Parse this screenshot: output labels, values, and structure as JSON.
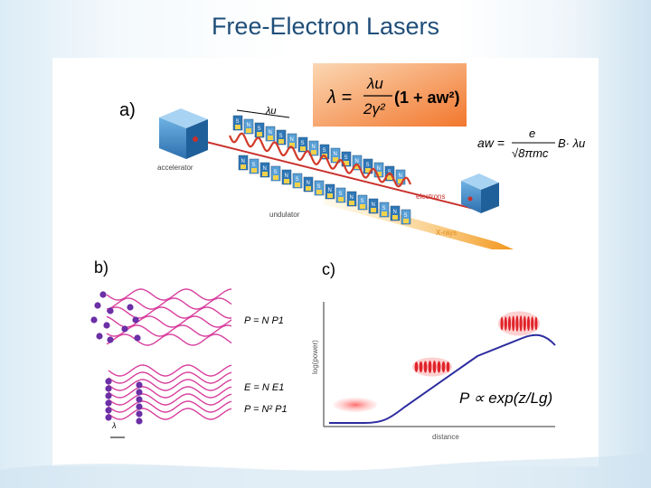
{
  "slide": {
    "title": "Free-Electron Lasers"
  },
  "panel_a": {
    "label": "a)",
    "lambda_u_label": "λu",
    "formula_lambda": "λ = (λu / 2γ²)(1 + aw²)",
    "formula_lhs": "λ =",
    "formula_num": "λu",
    "formula_den": "2γ²",
    "formula_paren": "(1 + aw²)",
    "formula_aw_lhs": "aw =",
    "formula_aw_num": "e",
    "formula_aw_den": "√8πmc",
    "formula_aw_tail": "B· λu",
    "accelerator_label": "accelerator",
    "undulator_label": "undulator",
    "electrons_label": "electrons",
    "xrays_label": "X-rays",
    "magnet_letters": [
      "S",
      "N"
    ]
  },
  "panel_b": {
    "label": "b)",
    "eq1": "P = N P1",
    "eq2": "E = N E1",
    "eq3": "P = N² P1",
    "lambda_label": "λ"
  },
  "panel_c": {
    "label": "c)",
    "y_axis_label": "log(power)",
    "x_axis_label": "distance",
    "gain_formula": "P ∝ exp(z/Lg)"
  },
  "colors": {
    "title": "#1f4e79",
    "wave": "#d83f9e",
    "electron": "#6b2fa6",
    "curve": "#2c2ca0",
    "magnet_blue": "#2f77b6",
    "beam": "#e88a1a"
  }
}
